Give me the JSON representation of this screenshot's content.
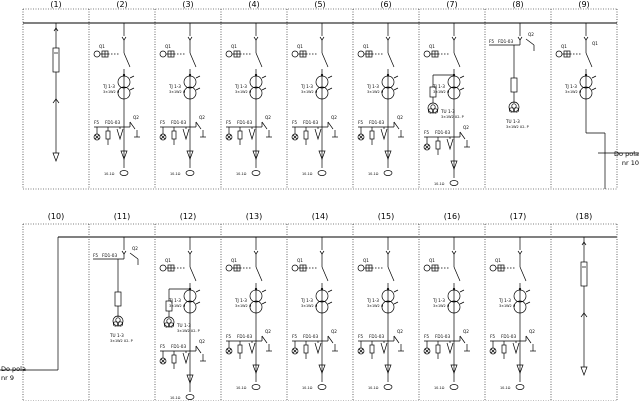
{
  "rows": [
    {
      "bays": [
        {
          "number": "(1)",
          "type": "fuse"
        },
        {
          "number": "(2)",
          "type": "ct-feeder",
          "q": "Q1",
          "tj": "TJ 1-3",
          "tj_sub": "3×1W2 U",
          "fd": "FD1-03",
          "f": "F5",
          "q2": "Q2",
          "bottom": "10-1Ω"
        },
        {
          "number": "(3)",
          "type": "ct-feeder",
          "q": "Q1",
          "tj": "TJ 1-3",
          "tj_sub": "3×1W2 U",
          "fd": "FD1-03",
          "f": "F5",
          "q2": "Q2",
          "bottom": "10-1Ω"
        },
        {
          "number": "(4)",
          "type": "ct-feeder",
          "q": "Q1",
          "tj": "TJ 1-3",
          "tj_sub": "3×1W2 U",
          "fd": "FD1-03",
          "f": "F5",
          "q2": "Q2",
          "bottom": "10-1Ω"
        },
        {
          "number": "(5)",
          "type": "ct-feeder",
          "q": "Q1",
          "tj": "TJ 1-3",
          "tj_sub": "3×1W2 U",
          "fd": "FD1-03",
          "f": "F5",
          "q2": "Q2",
          "bottom": "10-1Ω"
        },
        {
          "number": "(6)",
          "type": "ct-feeder",
          "q": "Q1",
          "tj": "TJ 1-3",
          "tj_sub": "3×1W2 U",
          "fd": "FD1-03",
          "f": "F5",
          "q2": "Q2",
          "bottom": "10-1Ω"
        },
        {
          "number": "(7)",
          "type": "ct-vt-feeder",
          "q": "Q1",
          "tj": "TJ 1-3",
          "tj_sub": "3×1W2 U",
          "tu": "TU 1-3",
          "tu_sub": "3×1W2 U2- P",
          "fd": "FD1-03",
          "f": "F5",
          "q2": "Q2",
          "bottom": "10-1Ω"
        },
        {
          "number": "(8)",
          "type": "vt",
          "f": "F5",
          "fd": "FD1-03",
          "q2": "Q2",
          "tu": "TU 1-3",
          "tu_sub": "3×1W2 U2- P"
        },
        {
          "number": "(9)",
          "type": "coupler",
          "q": "Q1",
          "tj": "TJ 1-3",
          "tj_sub": "3×1W2 U"
        }
      ]
    },
    {
      "bays": [
        {
          "number": "(10)",
          "type": "riser"
        },
        {
          "number": "(11)",
          "type": "vt",
          "f": "F5",
          "fd": "FD1-03",
          "q2": "Q2",
          "tu": "TU 1-3",
          "tu_sub": "3×1W2 U2- P"
        },
        {
          "number": "(12)",
          "type": "ct-vt-feeder",
          "q": "Q1",
          "tj": "TJ 1-3",
          "tj_sub": "3×1W2 U",
          "tu": "TU 1-3",
          "tu_sub": "3×1W2 U2- P",
          "fd": "FD1-03",
          "f": "F5",
          "q2": "Q2",
          "bottom": "10-1Ω"
        },
        {
          "number": "(13)",
          "type": "ct-feeder",
          "q": "Q1",
          "tj": "TJ 1-3",
          "tj_sub": "3×1W2 U",
          "fd": "FD1-03",
          "f": "F5",
          "q2": "Q2",
          "bottom": "10-1Ω"
        },
        {
          "number": "(14)",
          "type": "ct-feeder",
          "q": "Q1",
          "tj": "TJ 1-3",
          "tj_sub": "3×1W2 U",
          "fd": "FD1-03",
          "f": "F5",
          "q2": "Q2",
          "bottom": "10-1Ω"
        },
        {
          "number": "(15)",
          "type": "ct-feeder",
          "q": "Q1",
          "tj": "TJ 1-3",
          "tj_sub": "3×1W2 U",
          "fd": "FD1-03",
          "f": "F5",
          "q2": "Q2",
          "bottom": "10-1Ω"
        },
        {
          "number": "(16)",
          "type": "ct-feeder",
          "q": "Q1",
          "tj": "TJ 1-3",
          "tj_sub": "3×1W2 U",
          "fd": "FD1-03",
          "f": "F5",
          "q2": "Q2",
          "bottom": "10-1Ω"
        },
        {
          "number": "(17)",
          "type": "ct-feeder",
          "q": "Q1",
          "tj": "TJ 1-3",
          "tj_sub": "3×1W2 U",
          "fd": "FD1-03",
          "f": "F5",
          "q2": "Q2",
          "bottom": "10-1Ω"
        },
        {
          "number": "(18)",
          "type": "fuse"
        }
      ]
    }
  ],
  "notes": {
    "to_bay_10": [
      "Do pola",
      "nr 10"
    ],
    "to_bay_9": [
      "Do pola",
      "nr 9"
    ]
  }
}
